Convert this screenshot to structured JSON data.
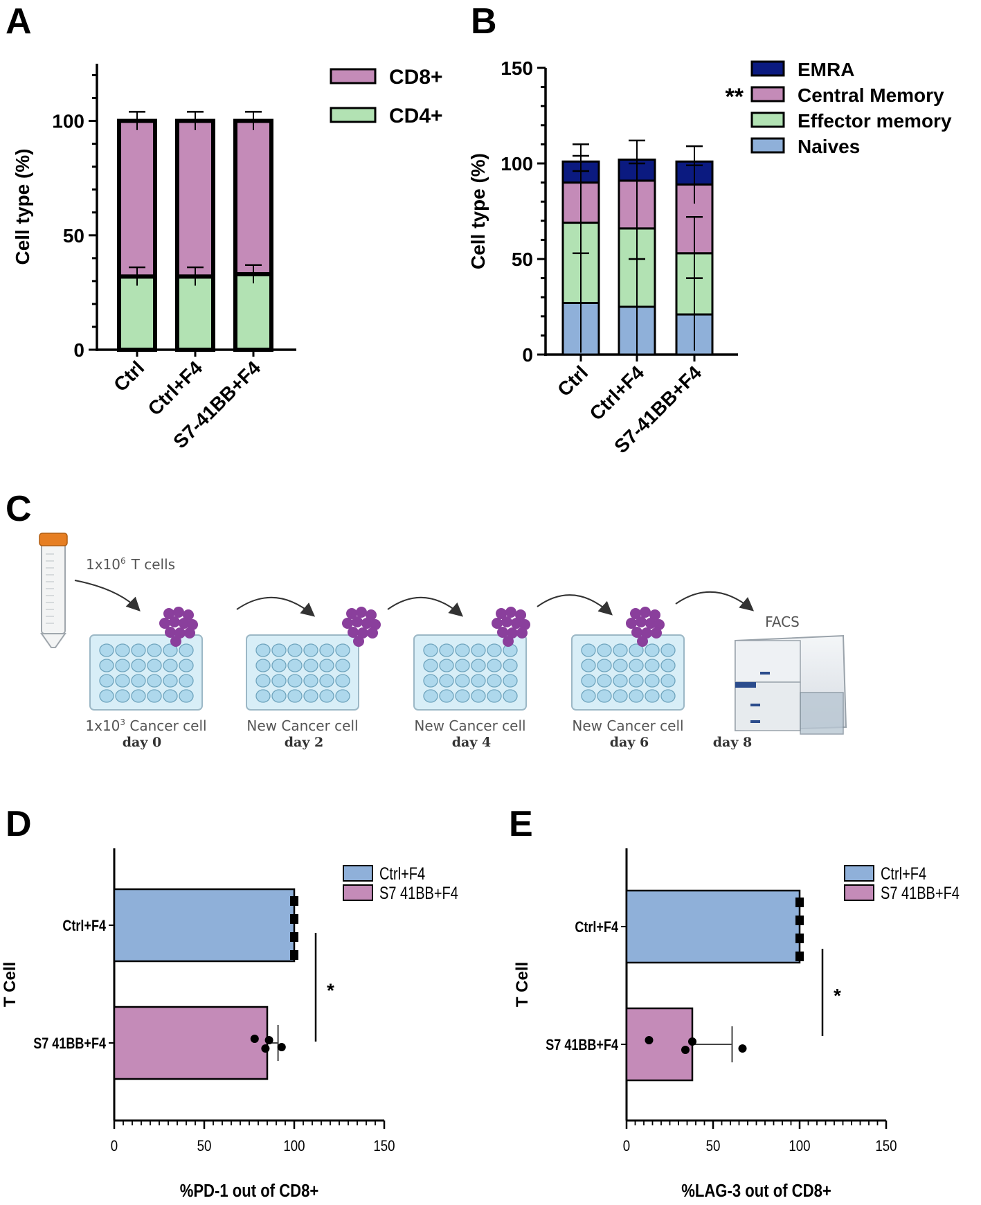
{
  "panels": {
    "A": "A",
    "B": "B",
    "C": "C",
    "D": "D",
    "E": "E"
  },
  "colors": {
    "cd8": "#c48bb8",
    "cd4": "#b2e2b3",
    "emra": "#0b1a80",
    "central_memory": "#c48bb8",
    "effector_memory": "#b2e2b3",
    "naives": "#8fb0d9",
    "ctrl_f4": "#8fb0d9",
    "s7_41bb_f4": "#c48bb8",
    "cells": "#8a3f9c",
    "plate": "#d8eef7",
    "well": "#aed8ec",
    "tube_cap": "#e67e22"
  },
  "chart_data": [
    {
      "id": "A",
      "type": "bar",
      "stacked": true,
      "categories": [
        "Ctrl",
        "Ctrl+F4",
        "S7-41BB+F4"
      ],
      "series": [
        {
          "name": "CD4+",
          "values": [
            32,
            32,
            33
          ],
          "error": [
            4,
            4,
            4
          ]
        },
        {
          "name": "CD8+",
          "values": [
            68,
            68,
            67
          ],
          "error": [
            4,
            4,
            4
          ]
        }
      ],
      "legend_order": [
        "CD8+",
        "CD4+"
      ],
      "ylabel": "Cell type (%)",
      "ylim": [
        0,
        125
      ],
      "yticks": [
        0,
        50,
        100
      ],
      "legend": "top-right"
    },
    {
      "id": "B",
      "type": "bar",
      "stacked": true,
      "categories": [
        "Ctrl",
        "Ctrl+F4",
        "S7-41BB+F4"
      ],
      "series": [
        {
          "name": "Naives",
          "values": [
            27,
            25,
            21
          ],
          "error": [
            26,
            25,
            19
          ]
        },
        {
          "name": "Effector memory",
          "values": [
            42,
            41,
            32
          ],
          "error": [
            27,
            25,
            19
          ]
        },
        {
          "name": "Central Memory",
          "values": [
            21,
            25,
            36
          ],
          "error": [
            14,
            9,
            10
          ]
        },
        {
          "name": "EMRA",
          "values": [
            11,
            11,
            12
          ],
          "error": [
            9,
            10,
            8
          ]
        }
      ],
      "legend_order": [
        "EMRA",
        "Central Memory",
        "Effector memory",
        "Naives"
      ],
      "significance": {
        "series": "Central Memory",
        "label": "**"
      },
      "ylabel": "Cell type (%)",
      "ylim": [
        0,
        150
      ],
      "yticks": [
        0,
        50,
        100,
        150
      ],
      "legend": "top-right"
    },
    {
      "id": "D",
      "type": "bar",
      "orientation": "horizontal",
      "categories": [
        "Ctrl+F4",
        "S7 41BB+F4"
      ],
      "values": [
        100,
        85
      ],
      "error": [
        0,
        6
      ],
      "points": [
        [
          100,
          100,
          100,
          100
        ],
        [
          78,
          84,
          86,
          93
        ]
      ],
      "xlabel": "%PD-1 out of CD8+",
      "ylabel": "T Cell",
      "xlim": [
        0,
        150
      ],
      "xticks": [
        0,
        50,
        100,
        150
      ],
      "significance": "*",
      "legend_labels": [
        "Ctrl+F4",
        "S7 41BB+F4"
      ],
      "legend": "top-right"
    },
    {
      "id": "E",
      "type": "bar",
      "orientation": "horizontal",
      "categories": [
        "Ctrl+F4",
        "S7 41BB+F4"
      ],
      "values": [
        100,
        38
      ],
      "error": [
        0,
        23
      ],
      "points": [
        [
          100,
          100,
          100,
          100
        ],
        [
          13,
          34,
          38,
          67
        ]
      ],
      "xlabel": "%LAG-3 out of CD8+",
      "ylabel": "T Cell",
      "xlim": [
        0,
        150
      ],
      "xticks": [
        0,
        50,
        100,
        150
      ],
      "significance": "*",
      "legend_labels": [
        "Ctrl+F4",
        "S7 41BB+F4"
      ],
      "legend": "top-right"
    }
  ],
  "schematic": {
    "tcells_label": "1x10",
    "tcells_sup": "6",
    "tcells_suffix": "T cells",
    "facs_label": "FACS",
    "steps": [
      {
        "base": "1x10",
        "sup": "3",
        "rest": " Cancer cell",
        "day": "day 0"
      },
      {
        "base": "",
        "sup": "",
        "rest": "New Cancer cell",
        "day": "day 2"
      },
      {
        "base": "",
        "sup": "",
        "rest": "New Cancer cell",
        "day": "day 4"
      },
      {
        "base": "",
        "sup": "",
        "rest": "New Cancer cell",
        "day": "day 6"
      }
    ],
    "final_day": "day 8"
  }
}
